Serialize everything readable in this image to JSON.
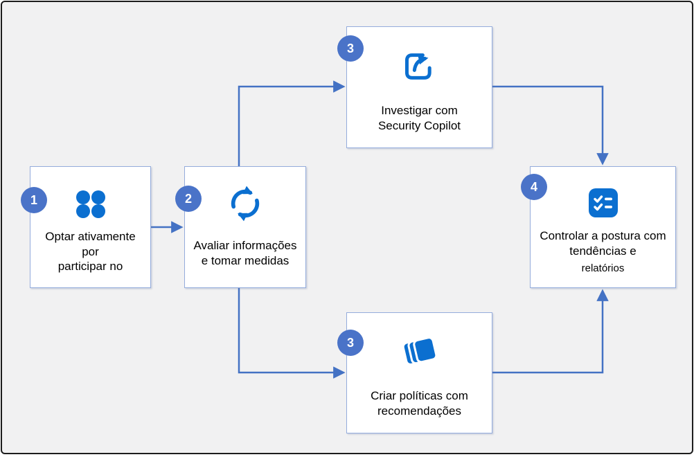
{
  "colors": {
    "canvas-bg": "#f1f1f2",
    "frame-border": "#1c1c1c",
    "box-bg": "#ffffff",
    "box-border": "#94acdc",
    "arrow": "#4472c4",
    "badge-bg": "#4a73c8",
    "badge-text": "#ffffff",
    "icon": "#0b6fd0",
    "text": "#000000"
  },
  "nodes": [
    {
      "step": "1",
      "icon": "dots-grid-icon",
      "lines": [
        "Optar ativamente",
        "por",
        "participar no"
      ]
    },
    {
      "step": "2",
      "icon": "sync-icon",
      "lines": [
        "Avaliar informações",
        "e tomar medidas"
      ]
    },
    {
      "step": "3",
      "icon": "share-arrow-icon",
      "lines": [
        "Investigar com",
        "Security Copilot"
      ]
    },
    {
      "step": "3",
      "icon": "stacked-layers-icon",
      "lines": [
        "Criar políticas com",
        "recomendações"
      ]
    },
    {
      "step": "4",
      "icon": "checklist-icon",
      "lines": [
        "Controlar a postura com",
        "tendências e",
        "relatórios"
      ]
    }
  ],
  "connectors": [
    {
      "from": "opt-in",
      "to": "evaluate"
    },
    {
      "from": "evaluate",
      "to": "investigate"
    },
    {
      "from": "evaluate",
      "to": "create-policies"
    },
    {
      "from": "investigate",
      "to": "control-posture"
    },
    {
      "from": "create-policies",
      "to": "control-posture"
    }
  ]
}
